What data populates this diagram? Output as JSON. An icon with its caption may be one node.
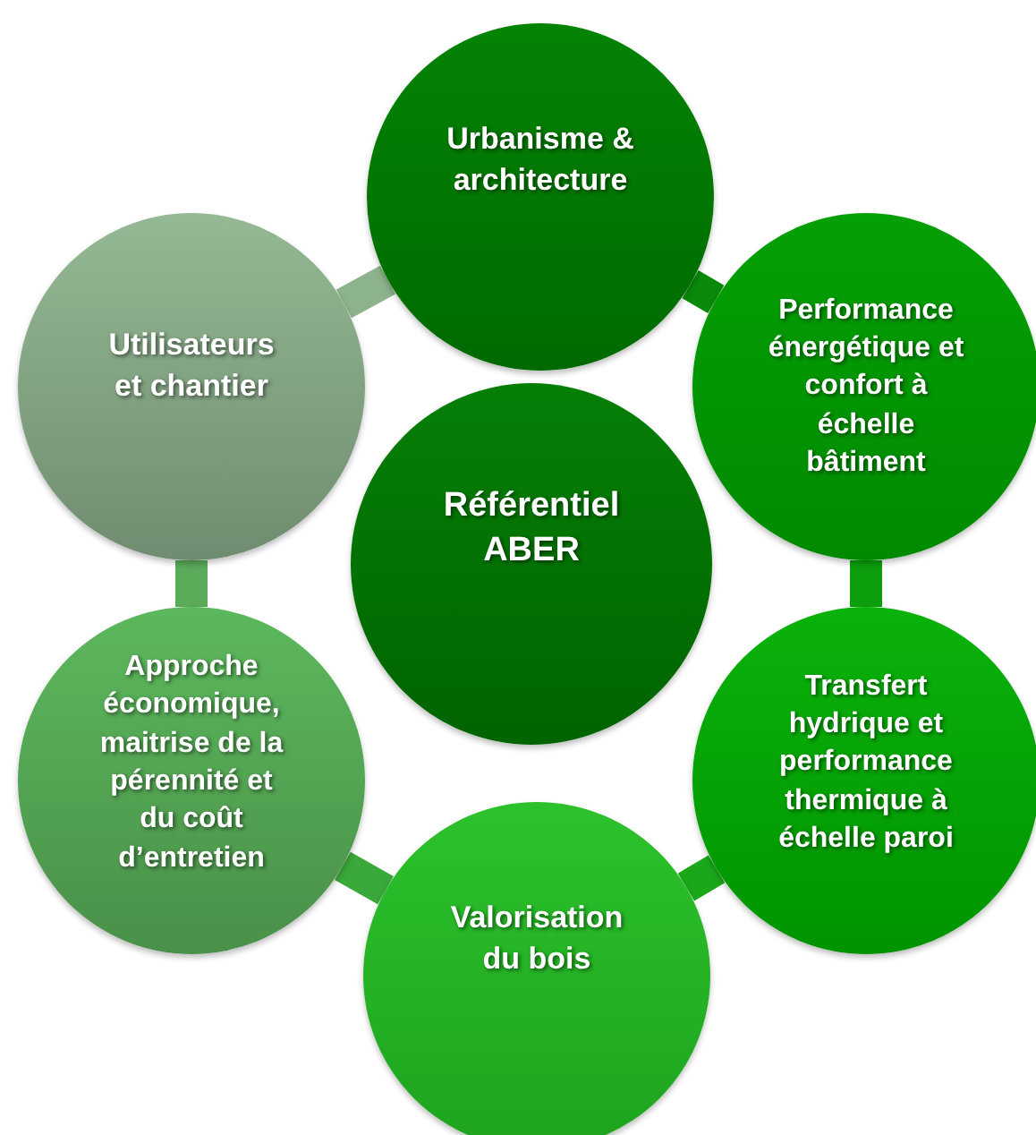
{
  "diagram": {
    "nodes": [
      {
        "text": [
          "Urbanisme & architecture"
        ]
      },
      {
        "text": [
          "Performance énergétique et confort à échelle bâtiment"
        ]
      },
      {
        "text": [
          "Transfert hydrique et performance thermique à échelle paroi"
        ]
      },
      {
        "text": [
          "Valorisation du bois"
        ]
      },
      {
        "text": [
          "Approche économique, maitrise de la pérennité et du coût d’entretien"
        ]
      },
      {
        "text": [
          "Utilisateurs et chantier"
        ]
      },
      {
        "text": [
          "Référentiel ABER"
        ]
      }
    ],
    "edges": [
      {
        "from": 0,
        "to": 1,
        "arrow": "none",
        "color": "#0a8a0a"
      },
      {
        "from": 1,
        "to": 2,
        "arrow": "none",
        "color": "#0c9e0c"
      },
      {
        "from": 2,
        "to": 3,
        "arrow": "none",
        "color": "#1aa81a"
      },
      {
        "from": 3,
        "to": 4,
        "arrow": "none",
        "color": "#3aa83a"
      },
      {
        "from": 4,
        "to": 5,
        "arrow": "none",
        "color": "#5aaa5a"
      },
      {
        "from": 5,
        "to": 0,
        "arrow": "none",
        "color": "#8cb38c"
      }
    ]
  }
}
